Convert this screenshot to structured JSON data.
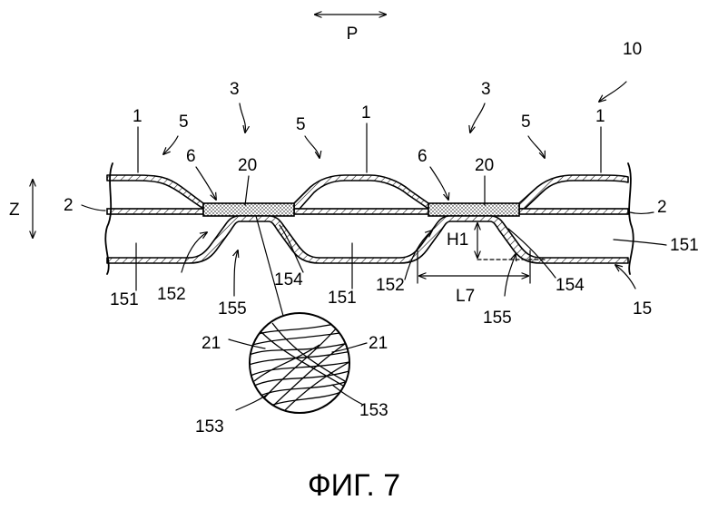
{
  "figure": {
    "caption": "ФИГ. 7",
    "direction_p": "P",
    "direction_z": "Z",
    "labels": {
      "l10": "10",
      "l3a": "3",
      "l3b": "3",
      "l5a": "5",
      "l5b": "5",
      "l5c": "5",
      "l1a": "1",
      "l1b": "1",
      "l1c": "1",
      "l6a": "6",
      "l6b": "6",
      "l20a": "20",
      "l20b": "20",
      "l2a": "2",
      "l2b": "2",
      "l151a": "151",
      "l151b": "151",
      "l151c": "151",
      "l152a": "152",
      "l152b": "152",
      "l154a": "154",
      "l154b": "154",
      "l155a": "155",
      "l155b": "155",
      "lH1": "H1",
      "lL7": "L7",
      "l15": "15",
      "l21a": "21",
      "l21b": "21",
      "l153a": "153",
      "l153b": "153"
    }
  }
}
